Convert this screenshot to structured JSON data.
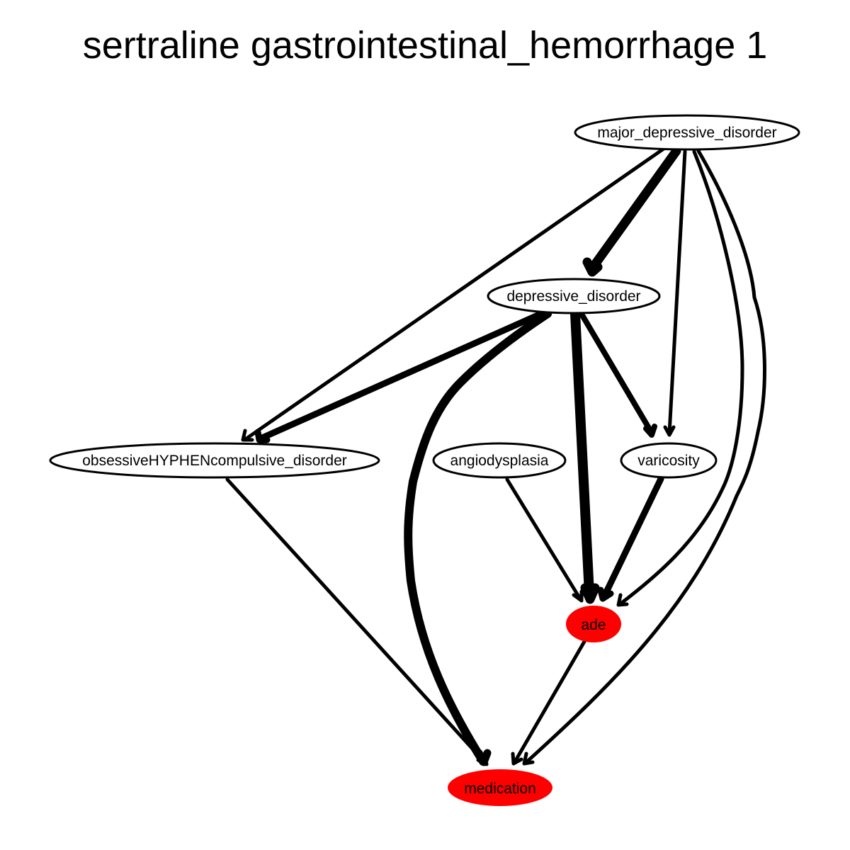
{
  "title": "sertraline gastrointestinal_hemorrhage 1",
  "colors": {
    "highlight": "#ff0000",
    "default_fill": "#ffffff",
    "stroke": "#000000"
  },
  "nodes": {
    "major_depressive_disorder": {
      "label": "major_depressive_disorder",
      "highlight": false
    },
    "depressive_disorder": {
      "label": "depressive_disorder",
      "highlight": false
    },
    "ocd": {
      "label": "obsessiveHYPHENcompulsive_disorder",
      "highlight": false
    },
    "angiodysplasia": {
      "label": "angiodysplasia",
      "highlight": false
    },
    "varicosity": {
      "label": "varicosity",
      "highlight": false
    },
    "ade": {
      "label": "ade",
      "highlight": true
    },
    "medication": {
      "label": "medication",
      "highlight": true
    }
  },
  "edges": [
    {
      "from": "major_depressive_disorder",
      "to": "depressive_disorder",
      "weight": "heavy"
    },
    {
      "from": "major_depressive_disorder",
      "to": "obsessiveHYPHENcompulsive_disorder",
      "weight": "light"
    },
    {
      "from": "major_depressive_disorder",
      "to": "varicosity",
      "weight": "light"
    },
    {
      "from": "major_depressive_disorder",
      "to": "ade",
      "weight": "light"
    },
    {
      "from": "major_depressive_disorder",
      "to": "medication",
      "weight": "light"
    },
    {
      "from": "depressive_disorder",
      "to": "obsessiveHYPHENcompulsive_disorder",
      "weight": "medium"
    },
    {
      "from": "depressive_disorder",
      "to": "medication",
      "weight": "heavy"
    },
    {
      "from": "depressive_disorder",
      "to": "ade",
      "weight": "heavy"
    },
    {
      "from": "depressive_disorder",
      "to": "varicosity",
      "weight": "medium"
    },
    {
      "from": "obsessiveHYPHENcompulsive_disorder",
      "to": "medication",
      "weight": "light"
    },
    {
      "from": "angiodysplasia",
      "to": "ade",
      "weight": "light"
    },
    {
      "from": "varicosity",
      "to": "ade",
      "weight": "medium"
    },
    {
      "from": "ade",
      "to": "medication",
      "weight": "light"
    }
  ]
}
